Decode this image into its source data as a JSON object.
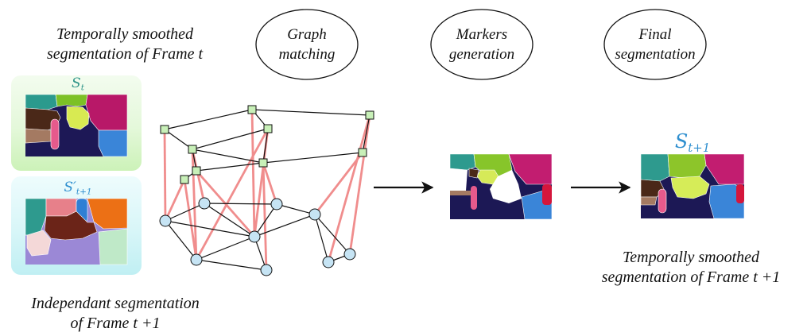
{
  "captions": {
    "top_left_line1": "Temporally smoothed",
    "top_left_line2": "segmentation of Frame t",
    "bottom_left_line1": "Independant segmentation",
    "bottom_left_line2": "of Frame t +1",
    "bottom_right_line1": "Temporally smoothed",
    "bottom_right_line2": "segmentation of Frame t +1"
  },
  "steps": [
    {
      "line1": "Graph",
      "line2": "matching"
    },
    {
      "line1": "Markers",
      "line2": "generation"
    },
    {
      "line1": "Final",
      "line2": "segmentation"
    }
  ],
  "labels": {
    "s_t": {
      "base": "S",
      "sub": "t"
    },
    "s_prime_t1": {
      "base": "S′",
      "sub": "t+1"
    },
    "s_t1": {
      "base": "S",
      "sub": "t+1"
    }
  },
  "colors": {
    "teal_label": "#2e9488",
    "blue_label": "#2f8fcf",
    "graph_top_node": "#c8f0b8",
    "graph_bottom_node": "#c6e4f4",
    "match_edge": "#f08d8d"
  }
}
